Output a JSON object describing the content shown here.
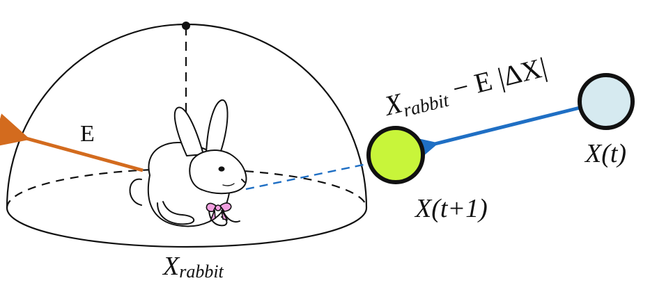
{
  "labels": {
    "energy": "E",
    "formula_main": "X",
    "formula_sub": "rabbit",
    "formula_rest": " − E |ΔX|",
    "dome_main": "X",
    "dome_sub": "rabbit",
    "current_pos": "X(t)",
    "next_pos": "X(t+1)"
  },
  "colors": {
    "energy_arrow": "#d36b1e",
    "move_arrow": "#1f6fc4",
    "dashed_link": "#1f6fc4",
    "current_fill": "#d6eaf0",
    "next_fill": "#c8f53a",
    "bow": "#f2a0e0",
    "outline": "#111111"
  },
  "icons": {
    "rabbit": "rabbit-icon"
  }
}
